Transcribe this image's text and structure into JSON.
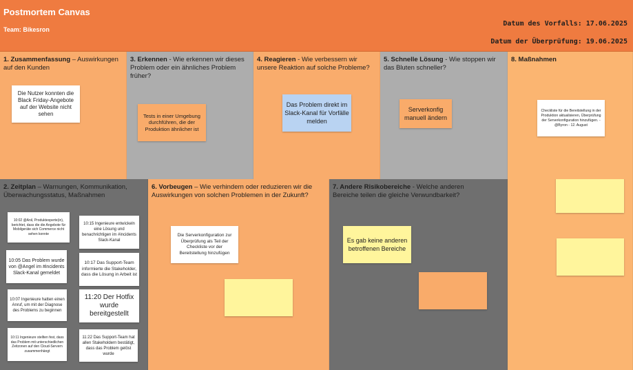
{
  "header": {
    "title": "Postmortem Canvas",
    "team": "Team: Bikesron",
    "incident_date": "Datum des Vorfalls: 17.06.2025",
    "review_date": "Datum der Überprüfung: 19.06.2025"
  },
  "sections": {
    "s1": {
      "number": "1. Zusammenfassung",
      "question": " – Auswirkungen auf den Kunden"
    },
    "s3": {
      "number": "3. Erkennen",
      "question": " - Wie erkennen wir dieses Problem oder ein ähnliches Problem früher?"
    },
    "s4": {
      "number": "4. Reagieren",
      "question": " - Wie verbessern wir unsere Reaktion auf solche Probleme?"
    },
    "s5": {
      "number": "5. Schnelle Lösung",
      "question": " - Wie stoppen wir das Bluten schneller?"
    },
    "s8": {
      "number": "8. Maßnahmen",
      "question": ""
    },
    "s2": {
      "number": "2. Zeitplan",
      "question": " – Warnungen, Kommunikation, Überwachungsstatus, Maßnahmen"
    },
    "s6": {
      "number": "6. Vorbeugen",
      "question": " – Wie verhindern oder reduzieren wir die Auswirkungen von solchen Problemen in der Zukunft?"
    },
    "s7": {
      "number": "7. Andere Risikobereiche",
      "question": " - Welche anderen Bereiche teilen die gleiche Verwundbarkeit?"
    }
  },
  "notes": {
    "summary": "Die Nutzer konnten die Black Friday-Angebote auf der Website nicht sehen",
    "detect": "Tests in einer Umgebung durchführen, die der Produktion ähnlicher ist",
    "respond": "Das Problem direkt im Slack-Kanal für Vorfälle melden",
    "quickfix": "Serverkonfig manuell ändern",
    "action": "Checkliste für die Bereitstellung in der Produktion aktualisieren, Überprüfung der Serverkonfiguration hinzufügen. -@Byron - 12. August",
    "prevent": "Die Serverkonfiguration zur Überprüfung als Teil der Checkliste vor der Bereitstellung hinzufügen",
    "risk": "Es gab keine anderen betroffenen Bereiche"
  },
  "timeline": {
    "t1": "10:02 @Anil, Produktexperte(in), berichtet, dass die die Angebote für Mobilgeräte sich Commerce nicht sehen konnte",
    "t2": "10:05 Das Problem wurde von @Angel im #incidents Slack-Kanal gemeldet",
    "t3": "10:07 Ingenieure hatten einen Anruf, um mit der Diagnose des Problems zu beginnen",
    "t4": "10:11 Ingenieure stellten fest, dass das Problem mit unterschiedlichen Zeitzonen auf den Cloud-Servern zusammenhängt",
    "t5": "10:15 Ingenieure entwickeln eine Lösung und benachrichtigen im #incidents Slack-Kanal",
    "t6": "10:17 Das Support-Team informierte die Stakeholder, dass die Lösung in Arbeit ist",
    "t7": "11:20 Der Hotfix wurde bereitgestellt",
    "t8": "11:22 Das Support-Team hat allen Stakeholdern bestätigt, dass das Problem gelöst wurde"
  },
  "colors": {
    "header": "#ef7b40",
    "orange_section": "#f9ac6c",
    "gray_section": "#adadad",
    "dark_section": "#6f6f6f",
    "note_white": "#ffffff",
    "note_blue": "#b9d3f2",
    "note_orange": "#f9ab6a",
    "note_yellow": "#fff59c"
  }
}
